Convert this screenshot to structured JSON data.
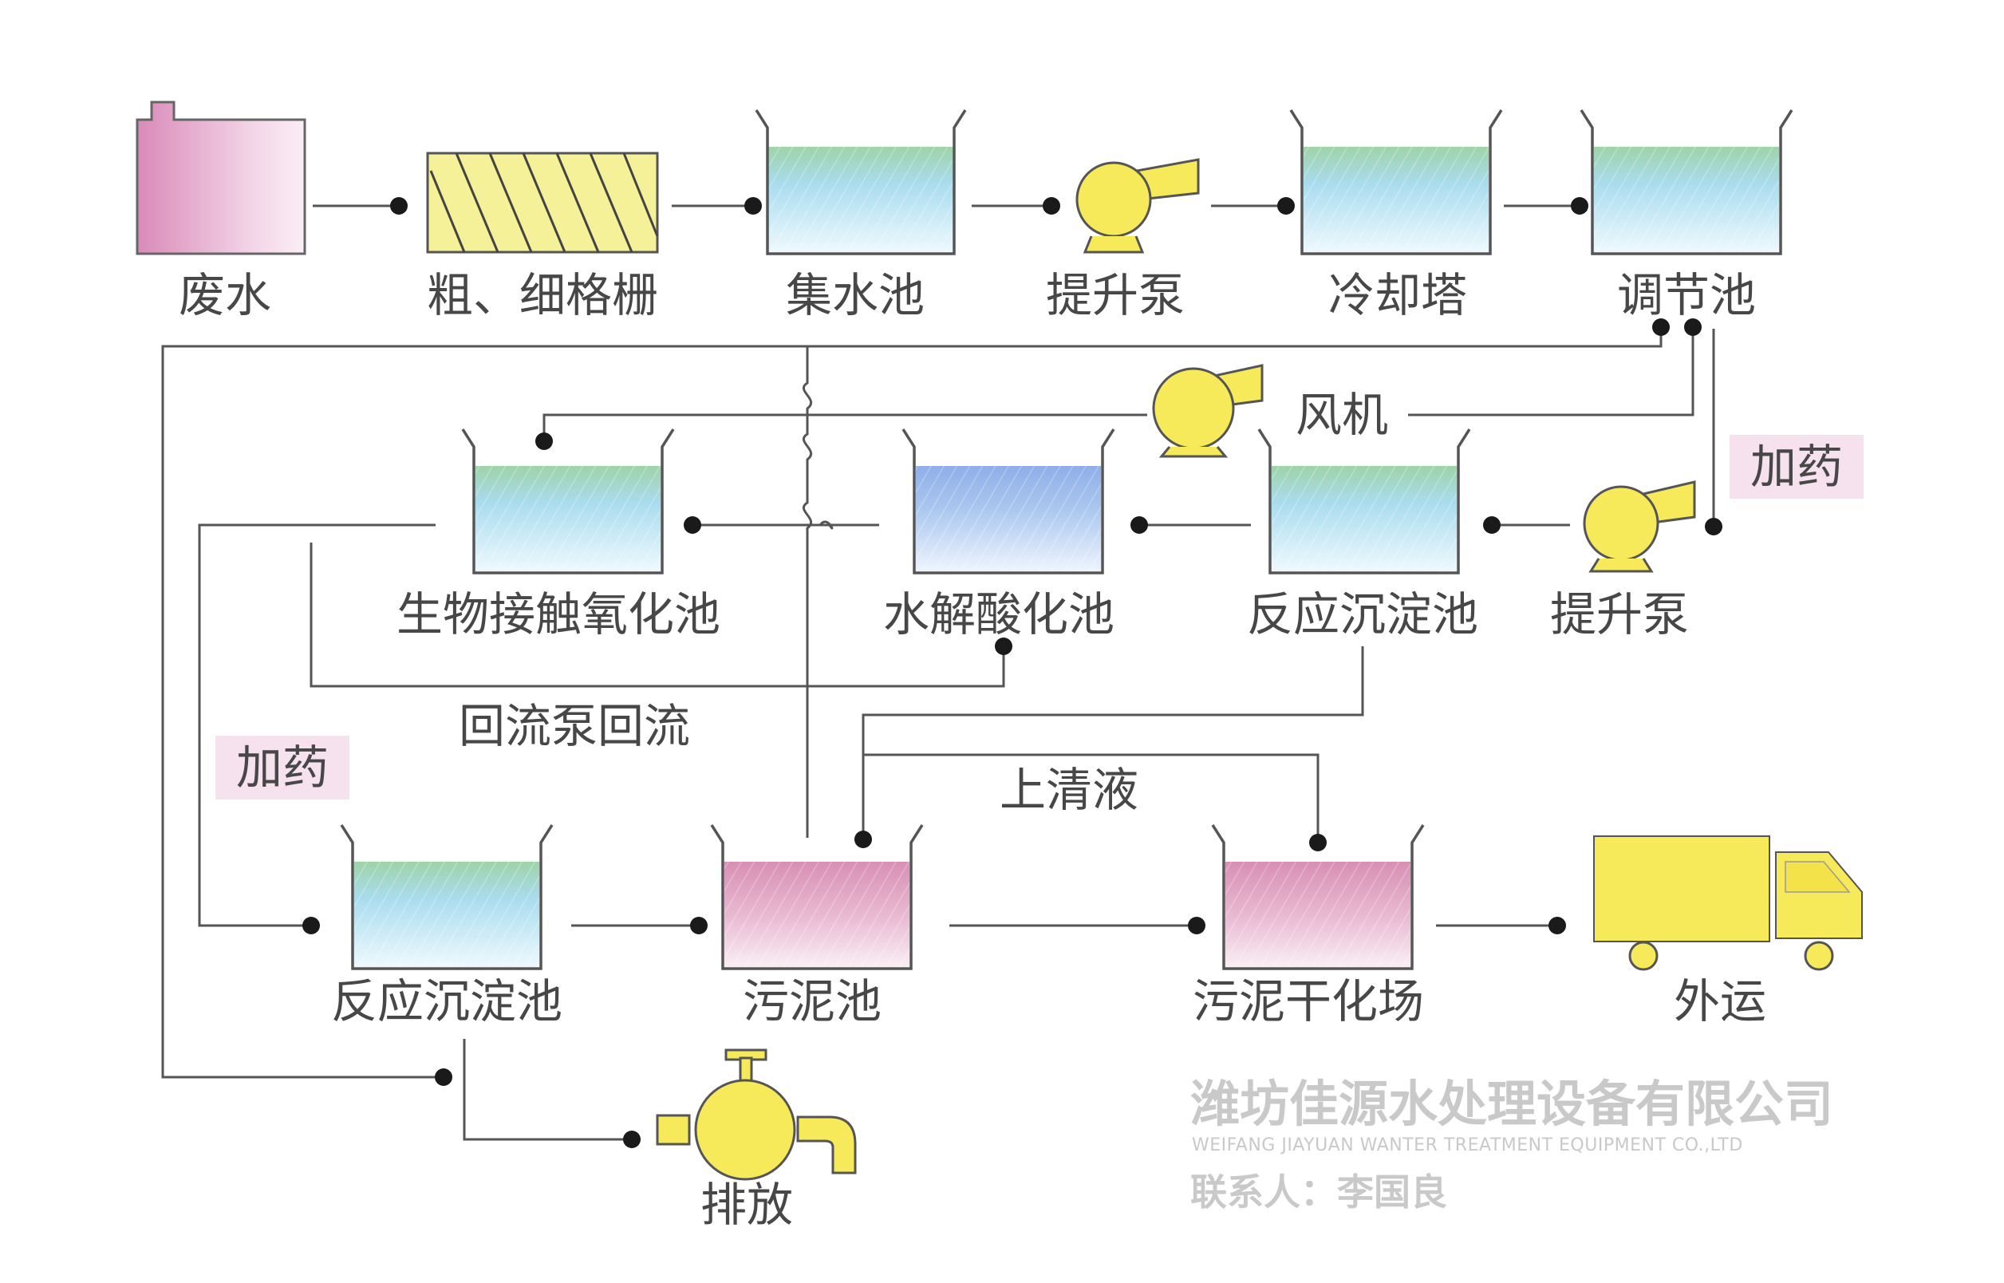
{
  "labels": {
    "wastewater": "废水",
    "screens": "粗、细格栅",
    "collection_tank": "集水池",
    "lift_pump_top": "提升泵",
    "cooling_tower": "冷却塔",
    "regulating_tank": "调节池",
    "blower": "风机",
    "dosing_right": "加药",
    "bio_contact_oxidation": "生物接触氧化池",
    "hydrolysis_acidification": "水解酸化池",
    "reaction_sedimentation_mid": "反应沉淀池",
    "lift_pump_mid": "提升泵",
    "return_pump": "回流泵回流",
    "dosing_left": "加药",
    "supernatant": "上清液",
    "reaction_sedimentation_bottom": "反应沉淀池",
    "sludge_tank": "污泥池",
    "sludge_drying": "污泥干化场",
    "transport": "外运",
    "discharge": "排放"
  },
  "watermark": {
    "company": "潍坊佳源水处理设备有限公司",
    "company_en": "WEIFANG JIAYUAN WANTER TREATMENT EQUIPMENT CO.,LTD",
    "contact": "联系人：李国良"
  },
  "colors": {
    "wastewater_pink": "#d98ab8",
    "screen_yellow": "#f4f199",
    "water_blue": "#a9dcee",
    "water_green": "#9fd3a8",
    "hydrolysis_blue": "#9ab6e8",
    "sludge_pink": "#d88fb4",
    "pump_yellow": "#f7ea5a",
    "dosing_bg": "#f6e1ef"
  }
}
